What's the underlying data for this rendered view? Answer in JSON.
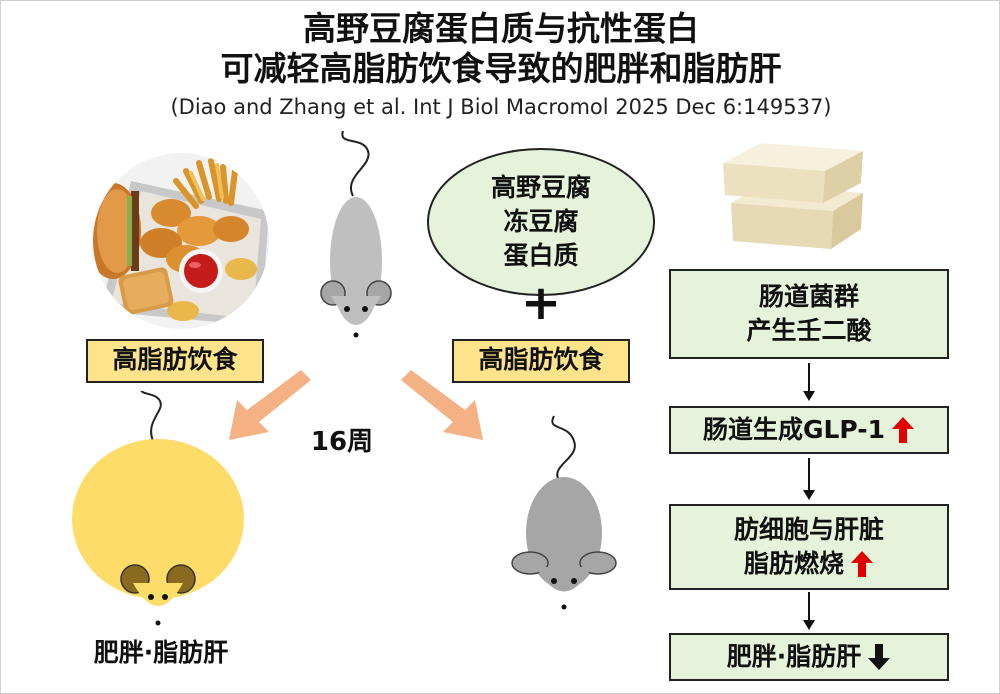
{
  "title": {
    "line1": "高野豆腐蛋白质与抗性蛋白",
    "line2": "可减轻高脂肪饮食导致的肥胖和脂肪肝",
    "citation": "(Diao and Zhang et al. Int J Biol Macromol 2025 Dec 6:149537)"
  },
  "left_group": {
    "diet_label": "高脂肪饮食",
    "result_label": "肥胖·脂肪肝"
  },
  "center": {
    "duration_label": "16周",
    "supplement_lines": [
      "高野豆腐",
      "冻豆腐",
      "蛋白质"
    ],
    "plus_symbol": "+",
    "diet_label": "高脂肪饮食"
  },
  "mechanism": {
    "steps": [
      {
        "lines": [
          "肠道菌群",
          "产生壬二酸"
        ],
        "trend": ""
      },
      {
        "lines": [
          "肠道生成GLP-1"
        ],
        "trend": "up"
      },
      {
        "lines": [
          "肪细胞与肝脏",
          "脂肪燃烧"
        ],
        "trend": "up"
      },
      {
        "lines": [
          "肥胖·脂肪肝"
        ],
        "trend": "down"
      }
    ]
  },
  "colors": {
    "label_fill": "#fde38a",
    "box_fill": "#e4f3da",
    "fat_mouse": "#fddc6a",
    "gray_mouse": "#a6a6a6",
    "diet_arrow": "#f4b183",
    "up_arrow": "#e00000",
    "down_arrow": "#111111"
  },
  "icons": {
    "food": "fast-food-plate-icon",
    "tofu": "tofu-blocks-icon",
    "mouse": "mouse-icon",
    "fat_mouse": "fat-mouse-icon",
    "up": "red-up-arrow-icon",
    "down": "black-down-arrow-icon"
  }
}
